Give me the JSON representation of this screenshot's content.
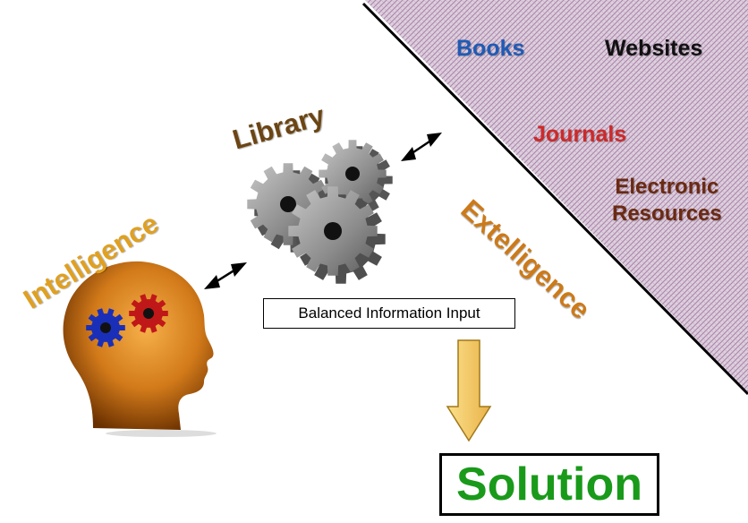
{
  "resources": {
    "books": "Books",
    "websites": "Websites",
    "journals": "Journals",
    "electronic_line1": "Electronic",
    "electronic_line2": "Resources"
  },
  "labels": {
    "library": "Library",
    "intelligence": "Intelligence",
    "extelligence": "Extelligence",
    "balanced_input": "Balanced Information Input",
    "solution": "Solution"
  },
  "colors": {
    "books": "#1f5bb5",
    "websites": "#111111",
    "journals": "#cc2a2a",
    "electronic": "#6b2a12",
    "library": "#6b4513",
    "intelligence": "#e0a020",
    "extelligence": "#cc7a1a",
    "solution": "#1a9a1a",
    "hatch_bg": "#ddd0dd",
    "hatch_line": "#a87fa8",
    "head_dark": "#7a3a00",
    "head_light": "#f0a040",
    "gear_gray": "#9a9a9a",
    "gear_blue": "#1a2fb8",
    "gear_red": "#c01818",
    "arrow_fill": "#f5c860",
    "arrow_stroke": "#a07818"
  }
}
